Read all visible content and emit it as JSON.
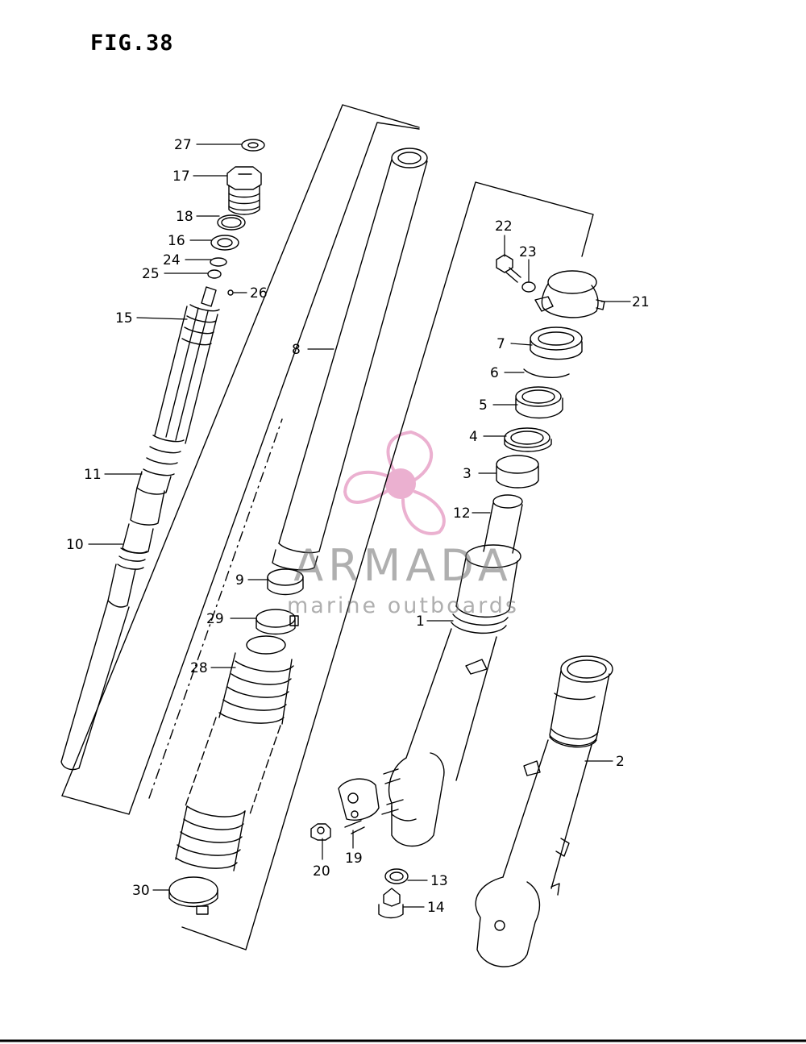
{
  "figure": {
    "title": "FIG.38"
  },
  "watermark": {
    "brand": "ARMADA",
    "tagline": "marine outboards",
    "logo_color": "#e8a3c8",
    "logo_icon": "propeller-icon"
  },
  "callouts": [
    {
      "id": "27",
      "label": "27"
    },
    {
      "id": "17",
      "label": "17"
    },
    {
      "id": "18",
      "label": "18"
    },
    {
      "id": "16",
      "label": "16"
    },
    {
      "id": "24",
      "label": "24"
    },
    {
      "id": "25",
      "label": "25"
    },
    {
      "id": "26",
      "label": "26"
    },
    {
      "id": "15",
      "label": "15"
    },
    {
      "id": "8",
      "label": "8"
    },
    {
      "id": "22",
      "label": "22"
    },
    {
      "id": "23",
      "label": "23"
    },
    {
      "id": "21",
      "label": "21"
    },
    {
      "id": "7",
      "label": "7"
    },
    {
      "id": "6",
      "label": "6"
    },
    {
      "id": "5",
      "label": "5"
    },
    {
      "id": "4",
      "label": "4"
    },
    {
      "id": "3",
      "label": "3"
    },
    {
      "id": "12",
      "label": "12"
    },
    {
      "id": "11",
      "label": "11"
    },
    {
      "id": "10",
      "label": "10"
    },
    {
      "id": "9",
      "label": "9"
    },
    {
      "id": "29",
      "label": "29"
    },
    {
      "id": "1",
      "label": "1"
    },
    {
      "id": "28",
      "label": "28"
    },
    {
      "id": "2",
      "label": "2"
    },
    {
      "id": "20",
      "label": "20"
    },
    {
      "id": "19",
      "label": "19"
    },
    {
      "id": "13",
      "label": "13"
    },
    {
      "id": "14",
      "label": "14"
    },
    {
      "id": "30",
      "label": "30"
    }
  ]
}
